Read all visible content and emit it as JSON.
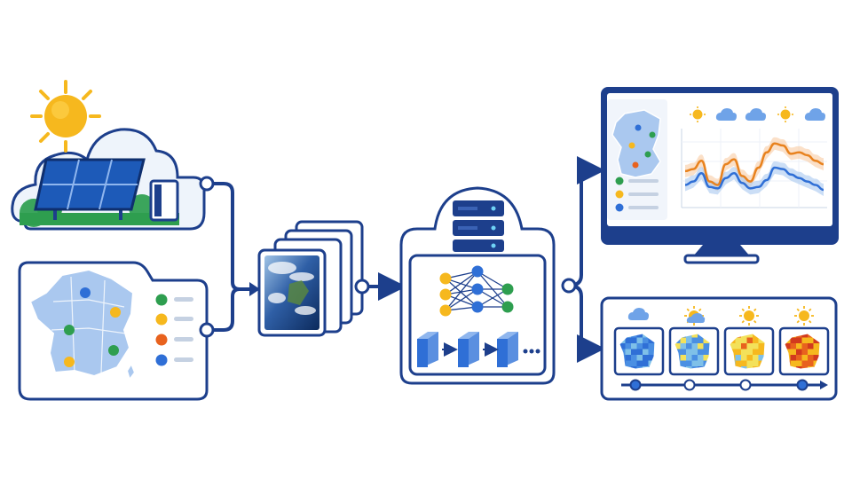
{
  "palette": {
    "navy": "#1d3f8c",
    "blue": "#2f6fd6",
    "light_blue": "#bcd2f2",
    "sun": "#f6b81e",
    "green": "#2e9e4f",
    "orange": "#e8621e",
    "cloud": "#eef4fb"
  },
  "icons": [
    "sun-icon",
    "cloud-icon",
    "solar-panel-icon",
    "battery-icon",
    "france-map-icon",
    "satellite-image-stack-icon",
    "server-icon",
    "neural-network-icon",
    "monitor-icon",
    "forecast-map-icon",
    "timeline-icon"
  ],
  "legend_markers": [
    "blue",
    "yellow",
    "orange",
    "green"
  ],
  "dashboard_chart": {
    "type": "line",
    "series_colors": [
      "#e8821e",
      "#2f6fd6"
    ],
    "series_a": [
      0.45,
      0.48,
      0.6,
      0.3,
      0.25,
      0.55,
      0.62,
      0.38,
      0.3,
      0.5,
      0.72,
      0.85,
      0.82,
      0.7,
      0.72,
      0.68,
      0.6,
      0.55
    ],
    "series_b": [
      0.25,
      0.3,
      0.42,
      0.22,
      0.2,
      0.35,
      0.42,
      0.28,
      0.2,
      0.22,
      0.32,
      0.5,
      0.48,
      0.4,
      0.35,
      0.3,
      0.25,
      0.18
    ]
  },
  "forecast_levels": [
    0.15,
    0.3,
    0.65,
    0.9
  ]
}
